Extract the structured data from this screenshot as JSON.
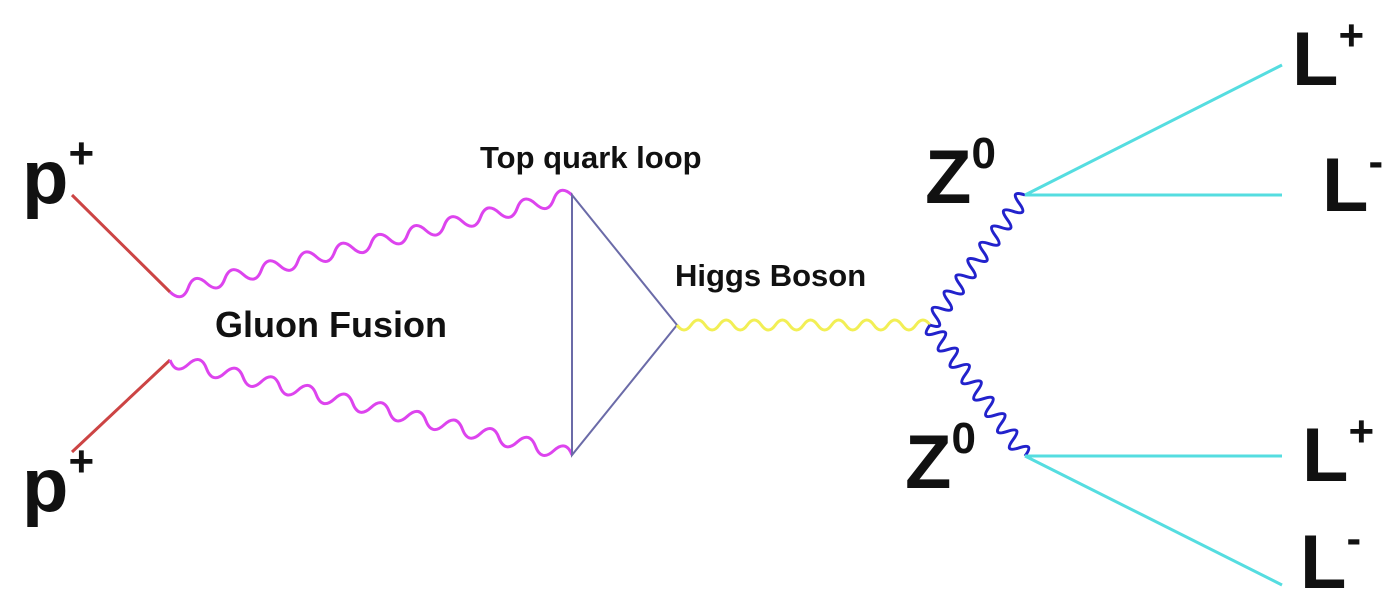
{
  "labels": {
    "proton_top": {
      "base": "p",
      "sup": "+"
    },
    "proton_bottom": {
      "base": "p",
      "sup": "+"
    },
    "top_quark_loop": "Top quark loop",
    "gluon_fusion": "Gluon Fusion",
    "higgs_boson": "Higgs Boson",
    "z_top": {
      "base": "Z",
      "sup": "0"
    },
    "z_bottom": {
      "base": "Z",
      "sup": "0"
    },
    "lepton_1": {
      "base": "L",
      "sup": "+"
    },
    "lepton_2": {
      "base": "L",
      "sup": "-"
    },
    "lepton_3": {
      "base": "L",
      "sup": "+"
    },
    "lepton_4": {
      "base": "L",
      "sup": "-"
    }
  },
  "colors": {
    "proton_line": "#cc4444",
    "gluon": "#dd44ee",
    "top_quark_loop": "#6b6ba8",
    "higgs": "#f2ef55",
    "z_boson": "#2222cc",
    "lepton": "#55dde0",
    "text": "#111111"
  }
}
